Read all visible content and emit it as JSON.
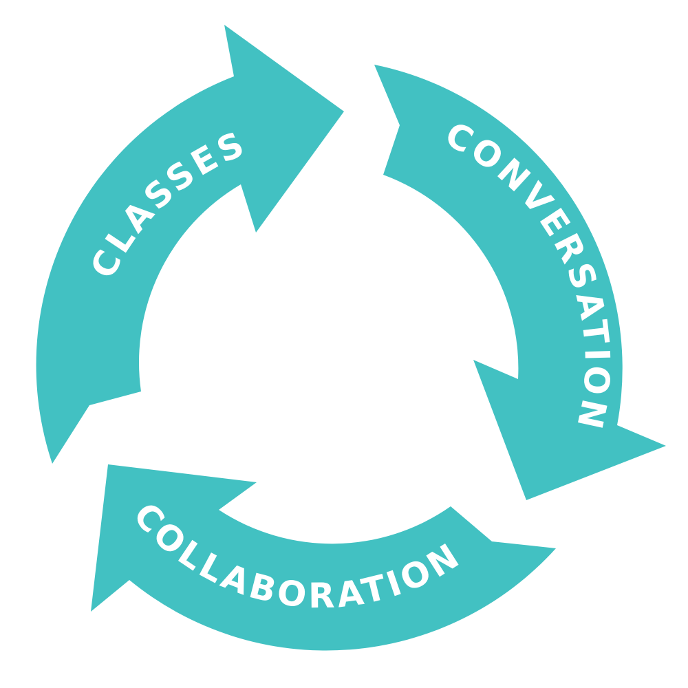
{
  "colors": {
    "arrow": "#42c1c2",
    "label": "#ffffff",
    "background": "#ffffff"
  },
  "cycle": {
    "arrows": [
      {
        "id": "classes",
        "label": "CLASSES"
      },
      {
        "id": "conversation",
        "label": "CONVERSATION"
      },
      {
        "id": "collaboration",
        "label": "COLLABORATION"
      }
    ]
  }
}
